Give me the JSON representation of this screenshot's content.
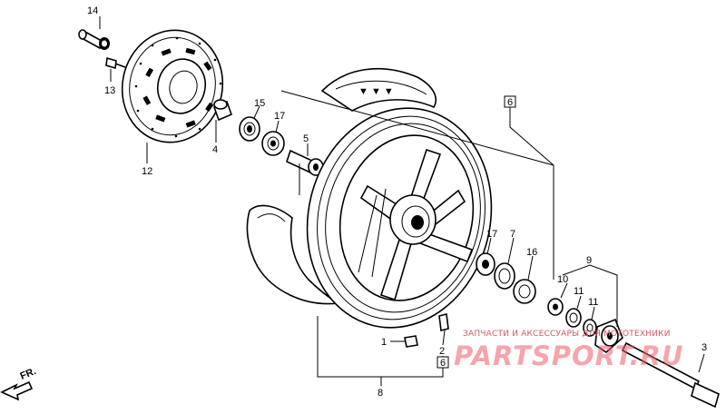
{
  "callouts": {
    "c1": "1",
    "c2": "2",
    "c3": "3",
    "c4": "4",
    "c5": "5",
    "c6": "6",
    "c7": "7",
    "c8": "8",
    "c9": "9",
    "c10": "10",
    "c11a": "11",
    "c11b": "11",
    "c12": "12",
    "c13": "13",
    "c14": "14",
    "c15": "15",
    "c16": "16",
    "c17a": "17",
    "c17b": "17",
    "c6b": "6"
  },
  "direction_label": "FR.",
  "watermark": {
    "caption": "ЗАПЧАСТИ И АКСЕССУАРЫ ДЛЯ МОТОТЕХНИКИ",
    "logo": "PARTSPORT.RU"
  },
  "colors": {
    "ink": "#000000",
    "watermark": "#ef5a67",
    "background": "#ffffff"
  }
}
